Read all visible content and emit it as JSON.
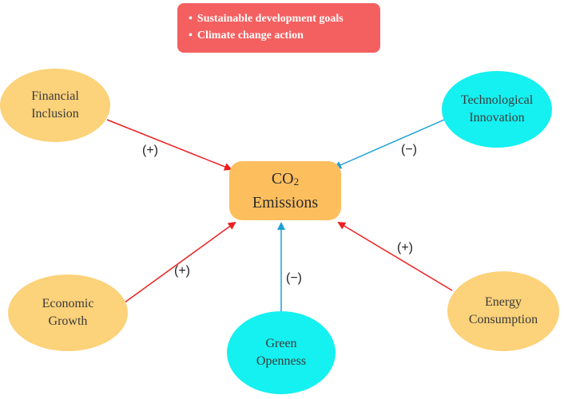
{
  "goals": {
    "items": [
      "Sustainable development goals",
      "Climate change action"
    ]
  },
  "center": {
    "line1_prefix": "CO",
    "line1_sub": "2",
    "line2": "Emissions"
  },
  "nodes": {
    "financial_inclusion": [
      "Financial",
      "Inclusion"
    ],
    "technological_innovation": [
      "Technological",
      "Innovation"
    ],
    "economic_growth": [
      "Economic",
      "Growth"
    ],
    "green_openness": [
      "Green",
      "Openness"
    ],
    "energy_consumption": [
      "Energy",
      "Consumption"
    ]
  },
  "signs": {
    "financial_inclusion": "(+)",
    "technological_innovation": "(−)",
    "economic_growth": "(+)",
    "green_openness": "(−)",
    "energy_consumption": "(+)"
  },
  "colors": {
    "positive": "#ee2020",
    "negative": "#1a9fd8",
    "goal_box": "#f46060",
    "center_box": "#fdbf5e",
    "yellow_node": "#fcd27a",
    "cyan_node": "#15f0f0"
  }
}
